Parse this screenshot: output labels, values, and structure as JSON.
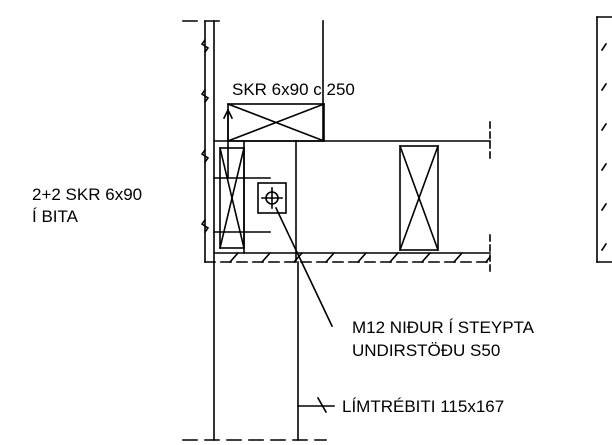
{
  "annotations": {
    "screw_spacing": "SKR 6x90 c 250",
    "screws_in_beam_line1": "2+2 SKR 6x90",
    "screws_in_beam_line2": "Í BITA",
    "anchor_line1": "M12 NIÐUR Í STEYPTA",
    "anchor_line2": "UNDIRSTÖÐU S50",
    "glulam_beam": "LÍMTRÉBITI 115x167"
  },
  "colors": {
    "line": "#000000",
    "background": "#ffffff"
  }
}
